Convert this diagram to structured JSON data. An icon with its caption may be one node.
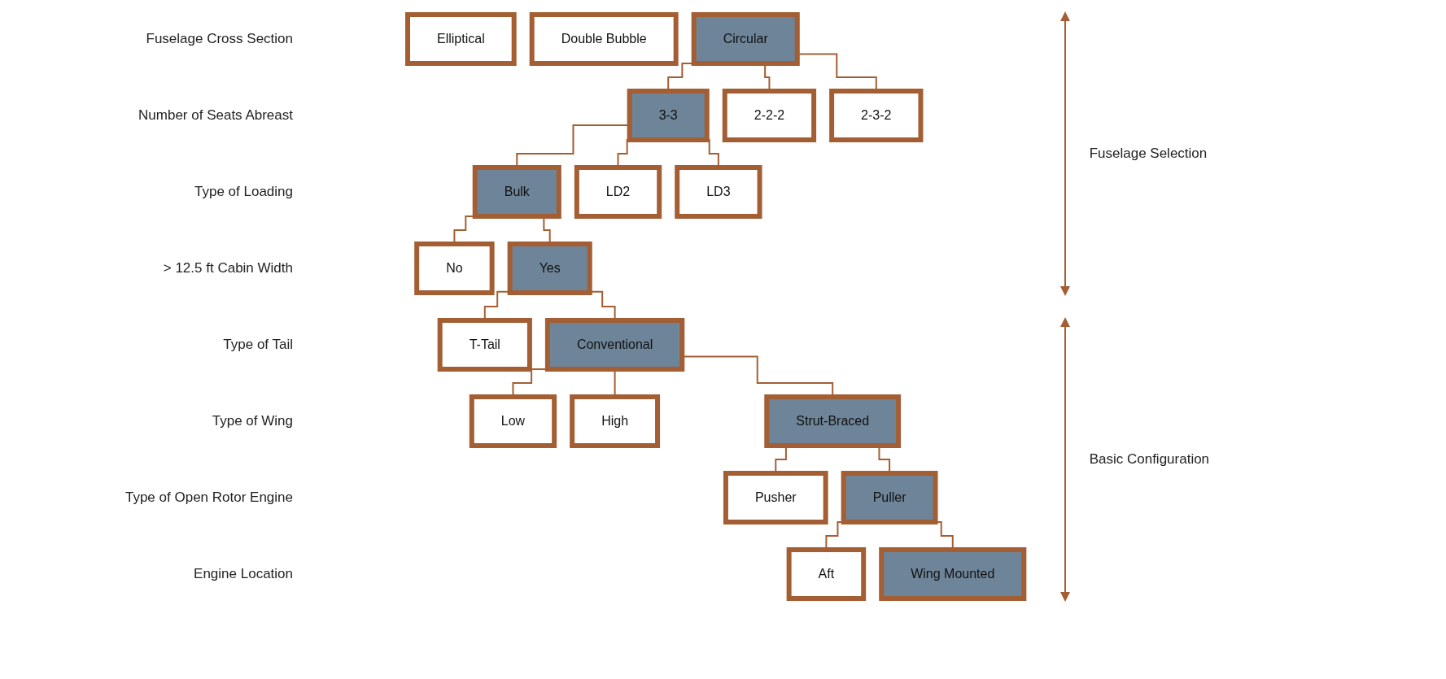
{
  "diagram": {
    "nodes": [
      {
        "text": [
          "Elliptical"
        ]
      },
      {
        "text": [
          "Double Bubble"
        ]
      },
      {
        "text": [
          "Circular"
        ]
      },
      {
        "text": [
          "3-3"
        ]
      },
      {
        "text": [
          "2-2-2"
        ]
      },
      {
        "text": [
          "2-3-2"
        ]
      },
      {
        "text": [
          "Bulk"
        ]
      },
      {
        "text": [
          "LD2"
        ]
      },
      {
        "text": [
          "LD3"
        ]
      },
      {
        "text": [
          "No"
        ]
      },
      {
        "text": [
          "Yes"
        ]
      },
      {
        "text": [
          "T-Tail"
        ]
      },
      {
        "text": [
          "Conventional"
        ]
      },
      {
        "text": [
          "Low"
        ]
      },
      {
        "text": [
          "High"
        ]
      },
      {
        "text": [
          "Strut-Braced"
        ]
      },
      {
        "text": [
          "Pusher"
        ]
      },
      {
        "text": [
          "Puller"
        ]
      },
      {
        "text": [
          "Aft"
        ]
      },
      {
        "text": [
          "Wing Mounted"
        ]
      }
    ],
    "edges": [
      {
        "from": 2,
        "to": 3,
        "arrow": "none"
      },
      {
        "from": 2,
        "to": 4,
        "arrow": "none"
      },
      {
        "from": 2,
        "to": 5,
        "arrow": "none"
      },
      {
        "from": 3,
        "to": 6,
        "arrow": "none"
      },
      {
        "from": 3,
        "to": 7,
        "arrow": "none"
      },
      {
        "from": 3,
        "to": 8,
        "arrow": "none"
      },
      {
        "from": 6,
        "to": 9,
        "arrow": "none"
      },
      {
        "from": 6,
        "to": 10,
        "arrow": "none"
      },
      {
        "from": 10,
        "to": 11,
        "arrow": "none"
      },
      {
        "from": 10,
        "to": 12,
        "arrow": "none"
      },
      {
        "from": 12,
        "to": 13,
        "arrow": "none"
      },
      {
        "from": 12,
        "to": 14,
        "arrow": "none"
      },
      {
        "from": 12,
        "to": 15,
        "arrow": "none"
      },
      {
        "from": 15,
        "to": 16,
        "arrow": "none"
      },
      {
        "from": 15,
        "to": 17,
        "arrow": "none"
      },
      {
        "from": 17,
        "to": 18,
        "arrow": "none"
      },
      {
        "from": 17,
        "to": 19,
        "arrow": "none"
      }
    ],
    "labels": [
      "Fuselage Cross Section",
      "Number of Seats Abreast",
      "Type of Loading",
      "> 12.5 ft Cabin Width",
      "Type of Tail",
      "Type of Wing",
      "Type of Open Rotor Engine",
      "Engine Location",
      "Fuselage Selection",
      "Basic Configuration"
    ]
  }
}
